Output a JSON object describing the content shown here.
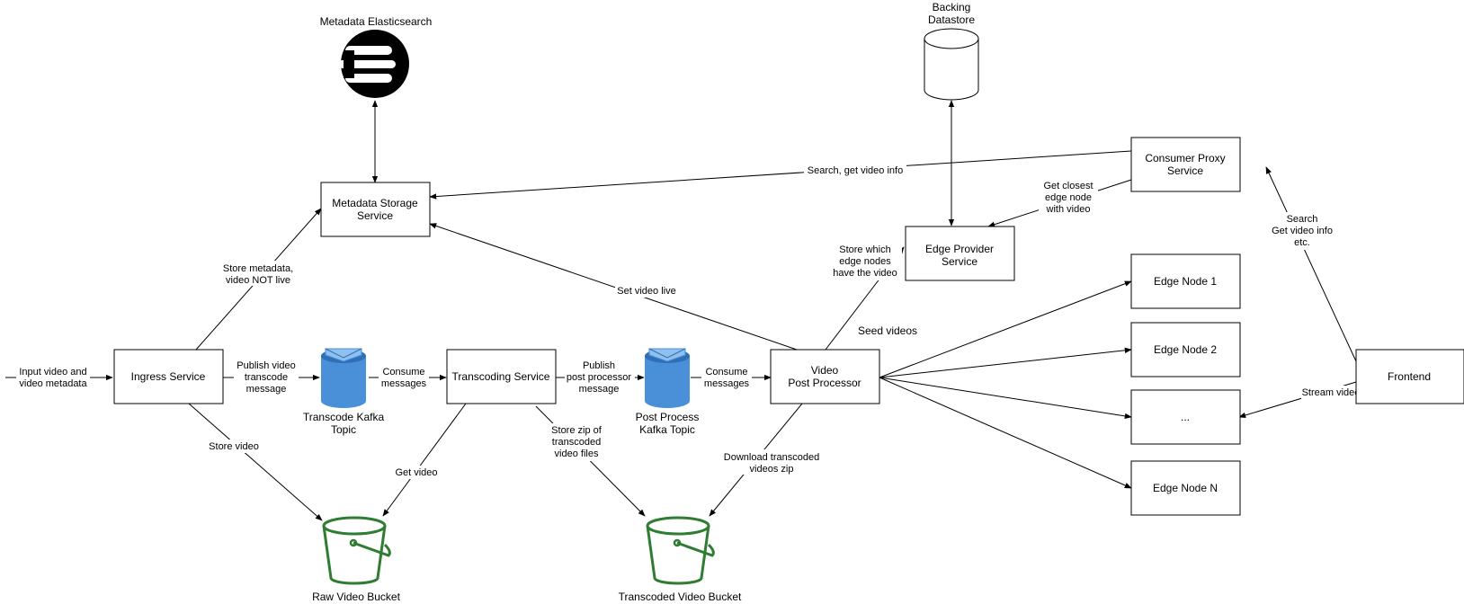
{
  "nodes": {
    "ingress": "Ingress Service",
    "metadata_storage": [
      "Metadata Storage",
      "Service"
    ],
    "transcoding": "Transcoding Service",
    "video_post_processor": [
      "Video",
      "Post Processor"
    ],
    "edge_provider": [
      "Edge Provider",
      "Service"
    ],
    "consumer_proxy": [
      "Consumer Proxy",
      "Service"
    ],
    "edge_node_1": "Edge Node 1",
    "edge_node_2": "Edge Node 2",
    "edge_node_dots": "...",
    "edge_node_n": "Edge Node N",
    "frontend": "Frontend"
  },
  "icons": {
    "elasticsearch": "Metadata Elasticsearch",
    "backing_datastore": [
      "Backing",
      "Datastore"
    ],
    "transcode_kafka": [
      "Transcode Kafka",
      "Topic"
    ],
    "post_process_kafka": [
      "Post Process",
      "Kafka Topic"
    ],
    "raw_video_bucket": "Raw Video Bucket",
    "transcoded_video_bucket": "Transcoded Video Bucket"
  },
  "edge_labels": {
    "input": [
      "Input video and",
      "video metadata"
    ],
    "store_metadata": [
      "Store metadata,",
      "video NOT live"
    ],
    "publish_transcode": [
      "Publish video",
      "transcode",
      "message"
    ],
    "consume_1": [
      "Consume",
      "messages"
    ],
    "store_video": "Store video",
    "get_video": "Get video",
    "publish_post": [
      "Publish",
      "post processor",
      "message"
    ],
    "store_zip": [
      "Store zip of",
      "transcoded",
      "video files"
    ],
    "consume_2": [
      "Consume",
      "messages"
    ],
    "download_zip": [
      "Download transcoded",
      "videos zip"
    ],
    "set_live": "Set video live",
    "search_get_info": "Search, get video info",
    "store_edge_nodes": [
      "Store which",
      "edge nodes",
      "have the video"
    ],
    "seed_videos": "Seed videos",
    "get_closest": [
      "Get closest",
      "edge node",
      "with video"
    ],
    "search_frontend": [
      "Search",
      "Get video info",
      "etc."
    ],
    "stream_video": "Stream video"
  },
  "colors": {
    "line": "#000000",
    "kafka_blue": "#4a90d9",
    "bucket_green": "#2e7d32"
  }
}
